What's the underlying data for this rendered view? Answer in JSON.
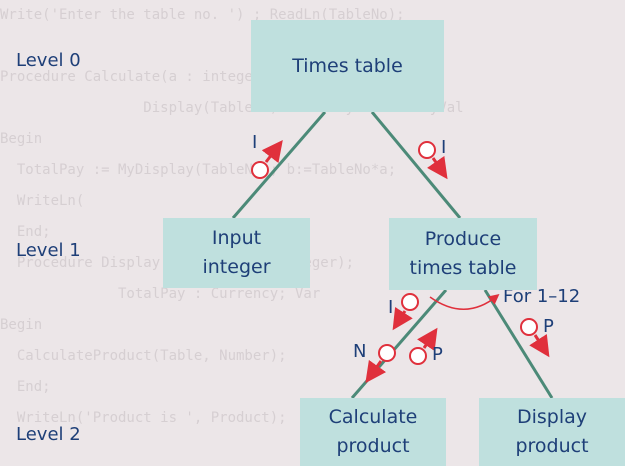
{
  "background_code": [
    "Write('Enter the table no. ') ; ReadLn(TableNo);",
    "                          ",
    "Procedure Calculate(a : integer; var b : integer);",
    "                 Display(TableNo)  Display: CurrencyVal",
    "Begin",
    "  TotalPay := MyDisplay(TableNo); b:=TableNo*a;",
    "  WriteLn(",
    "  End;",
    "  Procedure Display(Multiplier : integer);",
    "              TotalPay : Currency; Var",
    "Begin",
    "  CalculateProduct(Table, Number);",
    "  End;",
    "  WriteLn('Product is ', Product);"
  ],
  "levels": {
    "level0": "Level 0",
    "level1": "Level 1",
    "level2": "Level 2"
  },
  "modules": {
    "times_table": {
      "line1": "Times table"
    },
    "input_integer": {
      "line1": "Input",
      "line2": "integer"
    },
    "produce_times_table": {
      "line1": "Produce",
      "line2": "times table"
    },
    "calculate_product": {
      "line1": "Calculate",
      "line2": "product"
    },
    "display_product": {
      "line1": "Display",
      "line2": "product"
    }
  },
  "params": {
    "input_out": "I",
    "produce_in": "I",
    "calc_in": "I",
    "calc_out_n": "N",
    "calc_out_p": "P",
    "display_in": "P"
  },
  "loop_label": "For 1–12",
  "colors": {
    "box_fill": "#bfe0de",
    "text": "#1e3f78",
    "line": "#4c8a78",
    "arrow": "#e0303c"
  }
}
